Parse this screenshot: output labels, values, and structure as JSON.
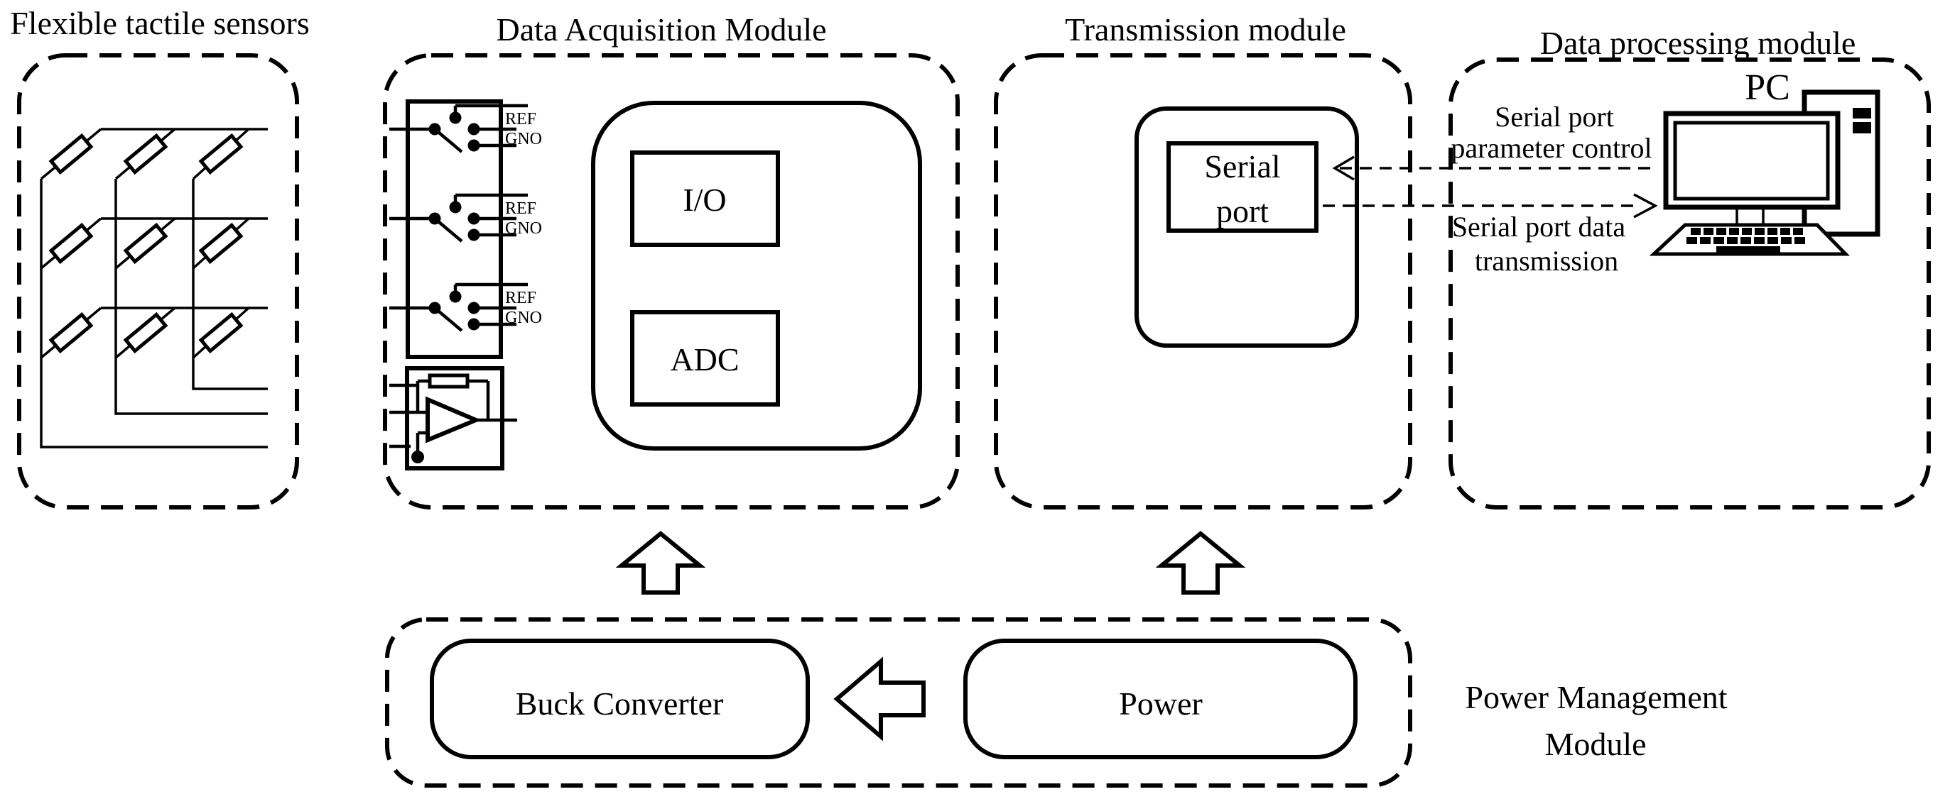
{
  "figure": {
    "background": "#ffffff",
    "ink": "#000000"
  },
  "sensors": {
    "title": "Flexible  tactile sensors"
  },
  "daq": {
    "title": "Data Acquisition Module",
    "io": "I/O",
    "adc": "ADC",
    "ref": "REF",
    "gnd": "GNO"
  },
  "transmission": {
    "title": "Transmission module",
    "serial_line1": "Serial",
    "serial_line2": "port"
  },
  "processing": {
    "title": "Data processing module",
    "pc": "PC",
    "param_line1": "Serial port",
    "param_line2": "parameter control",
    "data_line1": "Serial port data",
    "data_line2": "transmission"
  },
  "power": {
    "title_line1": "Power Management",
    "title_line2": "Module",
    "buck": "Buck Converter",
    "source": "Power"
  }
}
